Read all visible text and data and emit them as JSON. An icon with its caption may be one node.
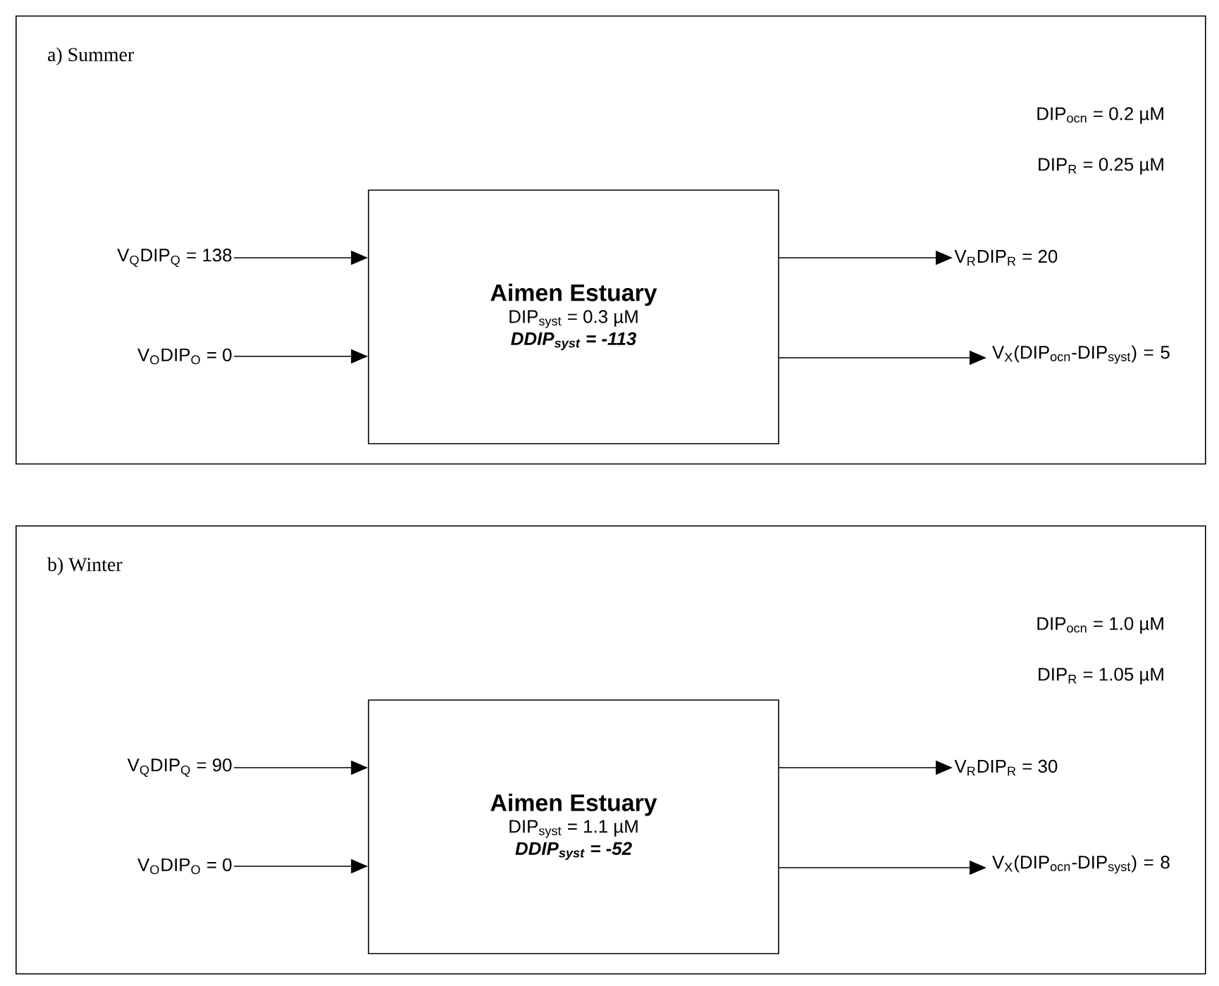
{
  "diagram": {
    "nodes": [
      {
        "text": [
          "a) Summer"
        ]
      },
      {
        "text": [
          "Aimen Estuary",
          "DIP$_{syst}$ = 0.3 µM",
          "DDIP$_{syst}$ = -113"
        ],
        "in": 0
      },
      {
        "text": [
          "V$_{Q}$DIP$_{Q}$ = 138"
        ],
        "in": 0
      },
      {
        "text": [
          "V$_{O}$DIP$_{O}$ = 0"
        ],
        "in": 0
      },
      {
        "text": [
          "V$_{R}$DIP$_{R}$ = 20"
        ],
        "in": 0
      },
      {
        "text": [
          "V$_{X}$(DIP$_{ocn}$-DIP$_{syst}$) = 5"
        ],
        "in": 0
      },
      {
        "text": [
          "b) Winter"
        ]
      },
      {
        "text": [
          "Aimen Estuary",
          "DIP$_{syst}$ = 1.1 µM",
          "DDIP$_{syst}$ = -52"
        ],
        "in": 6
      },
      {
        "text": [
          "V$_{Q}$DIP$_{Q}$ = 90"
        ],
        "in": 6
      },
      {
        "text": [
          "V$_{O}$DIP$_{O}$ = 0"
        ],
        "in": 6
      },
      {
        "text": [
          "V$_{R}$DIP$_{R}$ = 30"
        ],
        "in": 6
      },
      {
        "text": [
          "V$_{X}$(DIP$_{ocn}$-DIP$_{syst}$) = 8"
        ],
        "in": 6
      }
    ],
    "edges": [
      {
        "from": 2,
        "to": 1,
        "arrow": "to"
      },
      {
        "from": 3,
        "to": 1,
        "arrow": "to"
      },
      {
        "from": 1,
        "to": 4,
        "arrow": "to"
      },
      {
        "from": 1,
        "to": 5,
        "arrow": "to"
      },
      {
        "from": 8,
        "to": 7,
        "arrow": "to"
      },
      {
        "from": 9,
        "to": 7,
        "arrow": "to"
      },
      {
        "from": 7,
        "to": 10,
        "arrow": "to"
      },
      {
        "from": 7,
        "to": 11,
        "arrow": "to"
      }
    ],
    "labels": [
      "DIP$_{ocn}$ = 0.2 µM",
      "DIP$_{R}$ = 0.25 µM",
      "DIP$_{ocn}$ = 1.0 µM",
      "DIP$_{R}$ = 1.05 µM"
    ]
  }
}
